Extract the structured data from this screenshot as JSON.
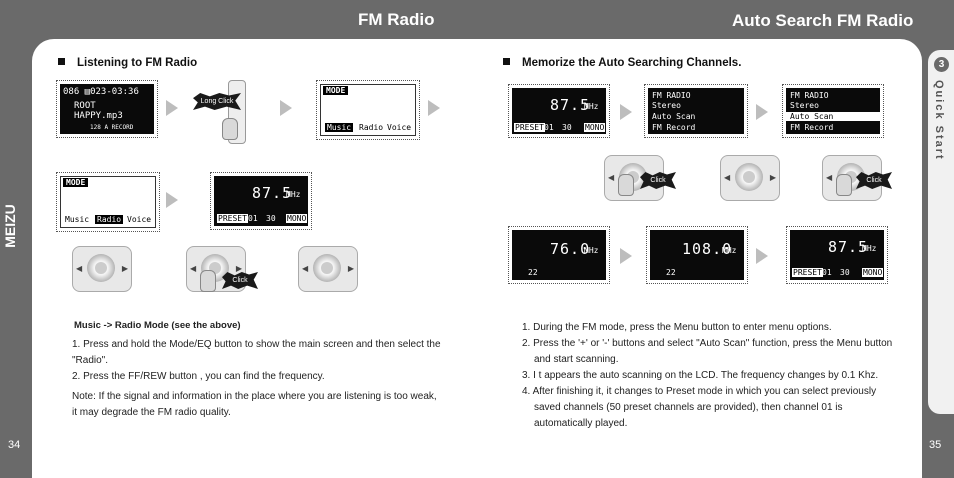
{
  "header": {
    "left_title": "FM Radio",
    "right_title": "Auto Search FM Radio"
  },
  "page_numbers": {
    "left": "34",
    "right": "35"
  },
  "side_tab": {
    "number": "3",
    "label": "Quick Start"
  },
  "left": {
    "section_title": "Listening to FM Radio",
    "main_screen": {
      "line1": "086 ▤023-03:36",
      "line2": "ROOT",
      "line3": "HAPPY.mp3",
      "bottom": "128 A RECORD"
    },
    "long_click": "Long Click",
    "mode_label": "MODE",
    "modes": [
      "Music",
      "Radio",
      "Voice"
    ],
    "fm_freq": "87.5",
    "unit": "MHz",
    "preset": "PRESET",
    "channel": "01",
    "dur": "30",
    "mono": "MONO",
    "click": "Click",
    "subtitle": "Music -> Radio Mode (see the above)",
    "steps": [
      "1. Press and hold the Mode/EQ button to show the main screen and then select the \"Radio\".",
      "2. Press the FF/REW button , you can find the frequency."
    ],
    "note": "Note: If the signal and information in the place where you are listening is too weak, it may degrade the FM radio quality."
  },
  "right": {
    "section_title": "Memorize the Auto Searching Channels.",
    "menu_title": "FM RADIO",
    "menu_items": [
      "Stereo",
      "Auto Scan",
      "FM Record"
    ],
    "scan_freqs": [
      "76.0",
      "108.0",
      "87.5"
    ],
    "scan_dur": "22",
    "click": "Click",
    "steps": [
      "1. During the FM mode, press the Menu button to enter menu options.",
      "2. Press the '+' or '-' buttons and select \"Auto Scan\" function, press the Menu button and start scanning.",
      "3. I t appears the auto scanning on the LCD. The frequency changes by 0.1 Khz.",
      "4. After finishing it, it changes to Preset mode in which you can select previously saved channels (50 preset channels are provided), then channel 01 is automatically played."
    ]
  },
  "brand": "MEIZU",
  "colors": {
    "background": "#6a6a6a",
    "page": "#ffffff",
    "lcd": "#0a0a0a",
    "arrow": "#bdbdbd"
  }
}
